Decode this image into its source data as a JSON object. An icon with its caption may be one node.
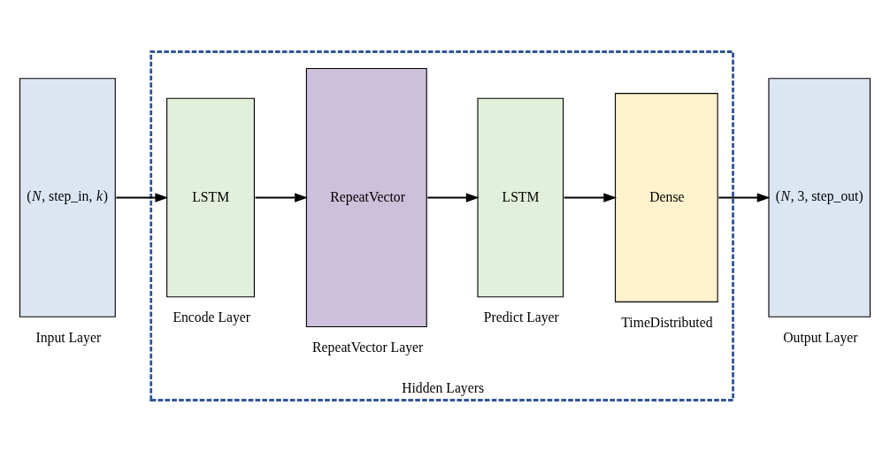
{
  "diagram": {
    "nodes": [
      {
        "text": [
          "(*N*, step_in, *k*)"
        ],
        "beside": [
          "Input Layer"
        ]
      },
      {
        "text": [
          "Hidden Layers"
        ]
      },
      {
        "text": [
          "LSTM"
        ],
        "in": 1,
        "beside": [
          "Encode Layer"
        ]
      },
      {
        "text": [
          "RepeatVector"
        ],
        "in": 1,
        "beside": [
          "RepeatVector Layer"
        ]
      },
      {
        "text": [
          "LSTM"
        ],
        "in": 1,
        "beside": [
          "Predict Layer"
        ]
      },
      {
        "text": [
          "Dense"
        ],
        "in": 1,
        "beside": [
          "TimeDistributed"
        ]
      },
      {
        "text": [
          "(*N*, 3, step_out)"
        ],
        "beside": [
          "Output Layer"
        ]
      }
    ],
    "edges": [
      {
        "from": 0,
        "to": 2,
        "arrow": "to"
      },
      {
        "from": 2,
        "to": 3,
        "arrow": "to"
      },
      {
        "from": 3,
        "to": 4,
        "arrow": "to"
      },
      {
        "from": 4,
        "to": 5,
        "arrow": "to"
      },
      {
        "from": 5,
        "to": 6,
        "arrow": "to"
      }
    ]
  }
}
